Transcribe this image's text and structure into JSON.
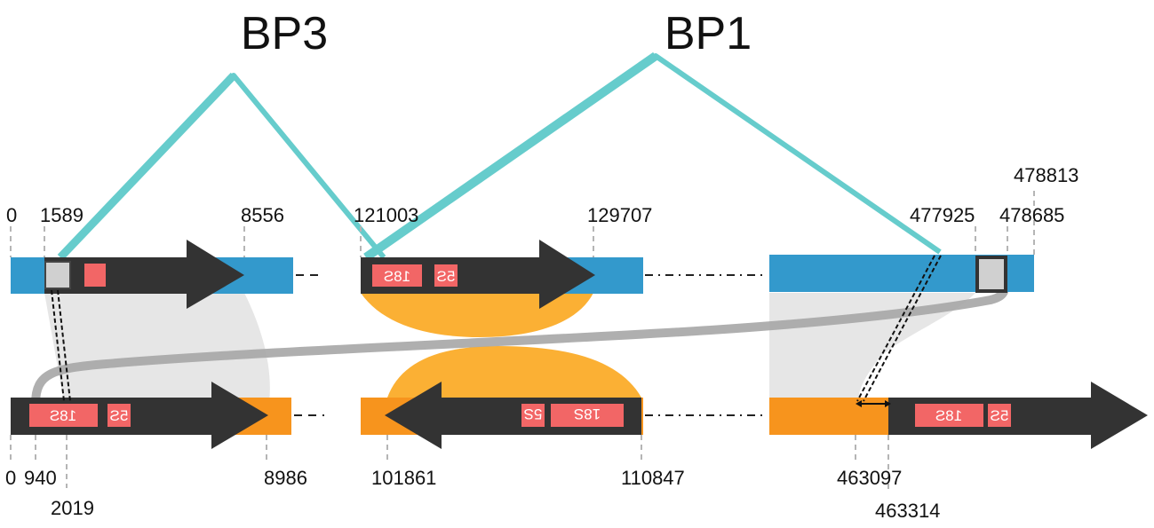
{
  "breakpoints": {
    "bp3": "BP3",
    "bp1": "BP1"
  },
  "top_positions": {
    "p0": "0",
    "p1589": "1589",
    "p8556": "8556",
    "p121003": "121003",
    "p129707": "129707",
    "p477925": "477925",
    "p478685": "478685",
    "p478813": "478813"
  },
  "bottom_positions": {
    "p0": "0",
    "p940": "940",
    "p2019": "2019",
    "p8986": "8986",
    "p101861": "101861",
    "p110847": "110847",
    "p463097": "463097",
    "p463314": "463314"
  },
  "genes": {
    "rrna_18s": "18S",
    "rrna_5s": "5S"
  },
  "colors": {
    "top_genome": "#3399cc",
    "bottom_genome": "#f7941d",
    "breakpoint_lines": "#66cccc",
    "inversion": "#fbb034",
    "synteny": "#e6e6e6",
    "arrow": "#333333",
    "rrna_box": "#f26666",
    "gray_box": "#d0d0d0",
    "long_link": "#a6a6a6"
  }
}
